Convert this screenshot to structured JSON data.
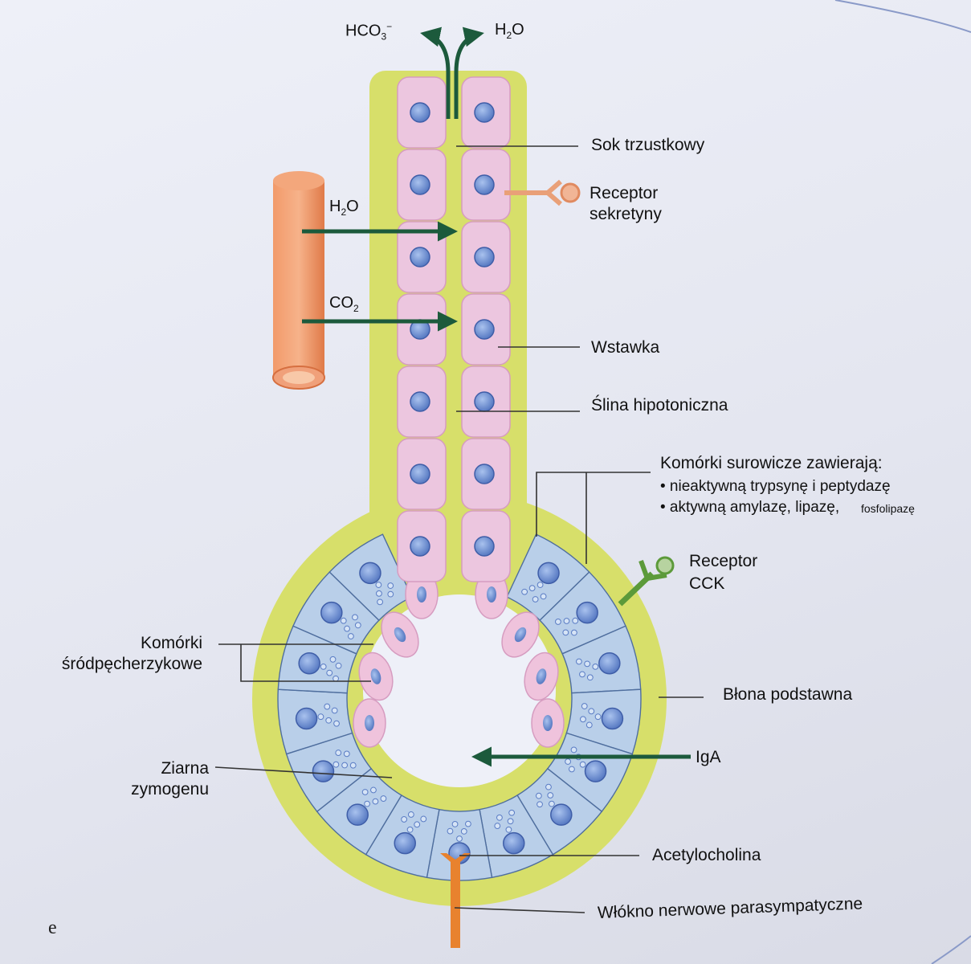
{
  "labels": {
    "sok_trzustkowy": "Sok trzustkowy",
    "receptor_sekretyny_1": "Receptor",
    "receptor_sekretyny_2": "sekretyny",
    "wstawka": "Wstawka",
    "slina_hipotoniczna": "Ślina hipotoniczna",
    "komorki_surowicze_title": "Komórki surowicze zawierają:",
    "komorki_surowicze_item1": "• nieaktywną trypsynę i peptydazę",
    "komorki_surowicze_item2a": "• aktywną amylazę, lipazę,",
    "komorki_surowicze_item2b": "fosfolipazę",
    "receptor_cck_1": "Receptor",
    "receptor_cck_2": "CCK",
    "komorki_srodpecherzykowe_1": "Komórki",
    "komorki_srodpecherzykowe_2": "śródpęcherzykowe",
    "blona_podstawna": "Błona podstawna",
    "iga": "IgA",
    "ziarna_zymogenu_1": "Ziarna",
    "ziarna_zymogenu_2": "zymogenu",
    "acetylocholina": "Acetylocholina",
    "wlokno_nerwowe": "Włókno nerwowe parasympatyczne",
    "figure_letter": "e"
  },
  "chemicals": {
    "hco3_base": "HCO",
    "hco3_sub": "3",
    "hco3_sup": "−",
    "h2o_top_base": "H",
    "h2o_top_sub": "2",
    "h2o_top_tail": "O",
    "h2o_left_base": "H",
    "h2o_left_sub": "2",
    "h2o_left_tail": "O",
    "co2_base": "CO",
    "co2_sub": "2"
  },
  "colors": {
    "basement_membrane": "#d7df6a",
    "duct_cell": "#ecc6df",
    "acinar_cell": "#b9cfe9",
    "nucleus": "#6d8fd0",
    "arrow": "#1c5a3c",
    "capillary": "#ea8a5a",
    "nerve": "#e8822e",
    "cck_receptor": "#5c9a3a",
    "line": "#333333"
  }
}
